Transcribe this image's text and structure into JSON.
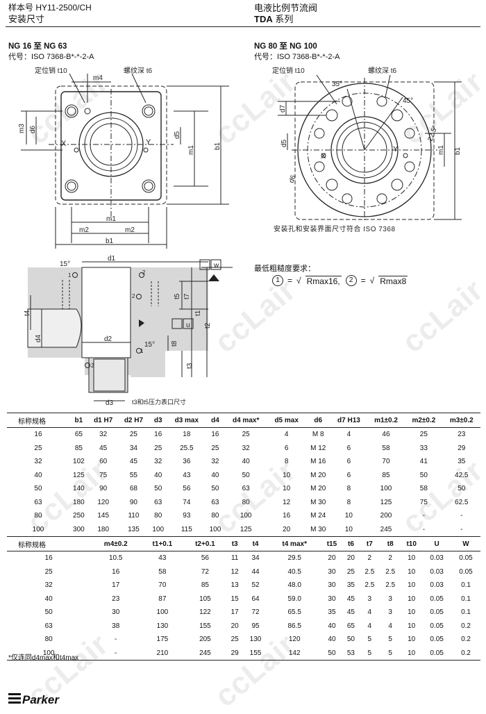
{
  "header": {
    "sample_no": "样本号 HY11-2500/CH",
    "section": "安装尺寸",
    "product": "电液比例节流阀",
    "series_prefix": "TDA",
    "series_suffix": " 系列"
  },
  "left_drawing": {
    "title": "NG 16 至 NG 63",
    "code": "代号：ISO 7368-B*-*-2-A",
    "labels": [
      "定位销 t10",
      "螺纹深 t6",
      "m4",
      "m3",
      "d6",
      "d5",
      "m1",
      "b1",
      "X",
      "Y",
      "m1",
      "m2",
      "m2",
      "b1"
    ]
  },
  "right_drawing": {
    "title": "NG 80 至 NG 100",
    "code": "代号：ISO 7368-B*-*-2-A",
    "labels": [
      "定位销 t10",
      "螺纹深 t6",
      "35°",
      "45°",
      "22.5°",
      "d7",
      "d5",
      "d6",
      "X",
      "Y",
      "m1",
      "b1"
    ],
    "note": "安装孔和安装界面尺寸符合 ISO 7368"
  },
  "section_drawing": {
    "labels": [
      "15°",
      "d1",
      "w",
      "1",
      "2",
      "2",
      "t5",
      "t7",
      "t4",
      "d4",
      "u",
      "t2",
      "t1",
      "d2",
      "15°",
      "1",
      "t8",
      "2",
      "t3",
      "d3"
    ],
    "note": "t3和t5压力表口尺寸"
  },
  "roughness": {
    "title": "最低粗糙度要求：",
    "formula1_pre": "1",
    "formula1_val": "Rmax16,",
    "formula2_pre": "2",
    "formula2_val": "Rmax8"
  },
  "table1": {
    "headers": [
      "标称规格",
      "b1",
      "d1 H7",
      "d2 H7",
      "d3",
      "d3 max",
      "d4",
      "d4 max*",
      "d5 max",
      "d6",
      "d7 H13",
      "m1±0.2",
      "m2±0.2",
      "m3±0.2"
    ],
    "rows": [
      [
        "16",
        "65",
        "32",
        "25",
        "16",
        "18",
        "16",
        "25",
        "4",
        "M 8",
        "4",
        "46",
        "25",
        "23"
      ],
      [
        "25",
        "85",
        "45",
        "34",
        "25",
        "25.5",
        "25",
        "32",
        "6",
        "M 12",
        "6",
        "58",
        "33",
        "29"
      ],
      [
        "32",
        "102",
        "60",
        "45",
        "32",
        "36",
        "32",
        "40",
        "8",
        "M 16",
        "6",
        "70",
        "41",
        "35"
      ],
      [
        "40",
        "125",
        "75",
        "55",
        "40",
        "43",
        "40",
        "50",
        "10",
        "M 20",
        "6",
        "85",
        "50",
        "42.5"
      ],
      [
        "50",
        "140",
        "90",
        "68",
        "50",
        "56",
        "50",
        "63",
        "10",
        "M 20",
        "8",
        "100",
        "58",
        "50"
      ],
      [
        "63",
        "180",
        "120",
        "90",
        "63",
        "74",
        "63",
        "80",
        "12",
        "M 30",
        "8",
        "125",
        "75",
        "62.5"
      ],
      [
        "80",
        "250",
        "145",
        "110",
        "80",
        "93",
        "80",
        "100",
        "16",
        "M 24",
        "10",
        "200",
        "-",
        "-"
      ],
      [
        "100",
        "300",
        "180",
        "135",
        "100",
        "115",
        "100",
        "125",
        "20",
        "M 30",
        "10",
        "245",
        "-",
        "-"
      ]
    ]
  },
  "table2": {
    "headers": [
      "标称规格",
      "m4±0.2",
      "t1+0.1",
      "t2+0.1",
      "t3",
      "t4",
      "t4 max*",
      "t15",
      "t6",
      "t7",
      "t8",
      "t10",
      "U",
      "W"
    ],
    "rows": [
      [
        "16",
        "10.5",
        "43",
        "56",
        "11",
        "34",
        "29.5",
        "20",
        "20",
        "2",
        "2",
        "10",
        "0.03",
        "0.05"
      ],
      [
        "25",
        "16",
        "58",
        "72",
        "12",
        "44",
        "40.5",
        "30",
        "25",
        "2.5",
        "2.5",
        "10",
        "0.03",
        "0.05"
      ],
      [
        "32",
        "17",
        "70",
        "85",
        "13",
        "52",
        "48.0",
        "30",
        "35",
        "2.5",
        "2.5",
        "10",
        "0.03",
        "0.1"
      ],
      [
        "40",
        "23",
        "87",
        "105",
        "15",
        "64",
        "59.0",
        "30",
        "45",
        "3",
        "3",
        "10",
        "0.05",
        "0.1"
      ],
      [
        "50",
        "30",
        "100",
        "122",
        "17",
        "72",
        "65.5",
        "35",
        "45",
        "4",
        "3",
        "10",
        "0.05",
        "0.1"
      ],
      [
        "63",
        "38",
        "130",
        "155",
        "20",
        "95",
        "86.5",
        "40",
        "65",
        "4",
        "4",
        "10",
        "0.05",
        "0.2"
      ],
      [
        "80",
        "-",
        "175",
        "205",
        "25",
        "130",
        "120",
        "40",
        "50",
        "5",
        "5",
        "10",
        "0.05",
        "0.2"
      ],
      [
        "100",
        "-",
        "210",
        "245",
        "29",
        "155",
        "142",
        "50",
        "53",
        "5",
        "5",
        "10",
        "0.05",
        "0.2"
      ]
    ]
  },
  "footnote": "*仅连同d4max和t4max",
  "brand": "Parker",
  "watermark": "ccLair"
}
